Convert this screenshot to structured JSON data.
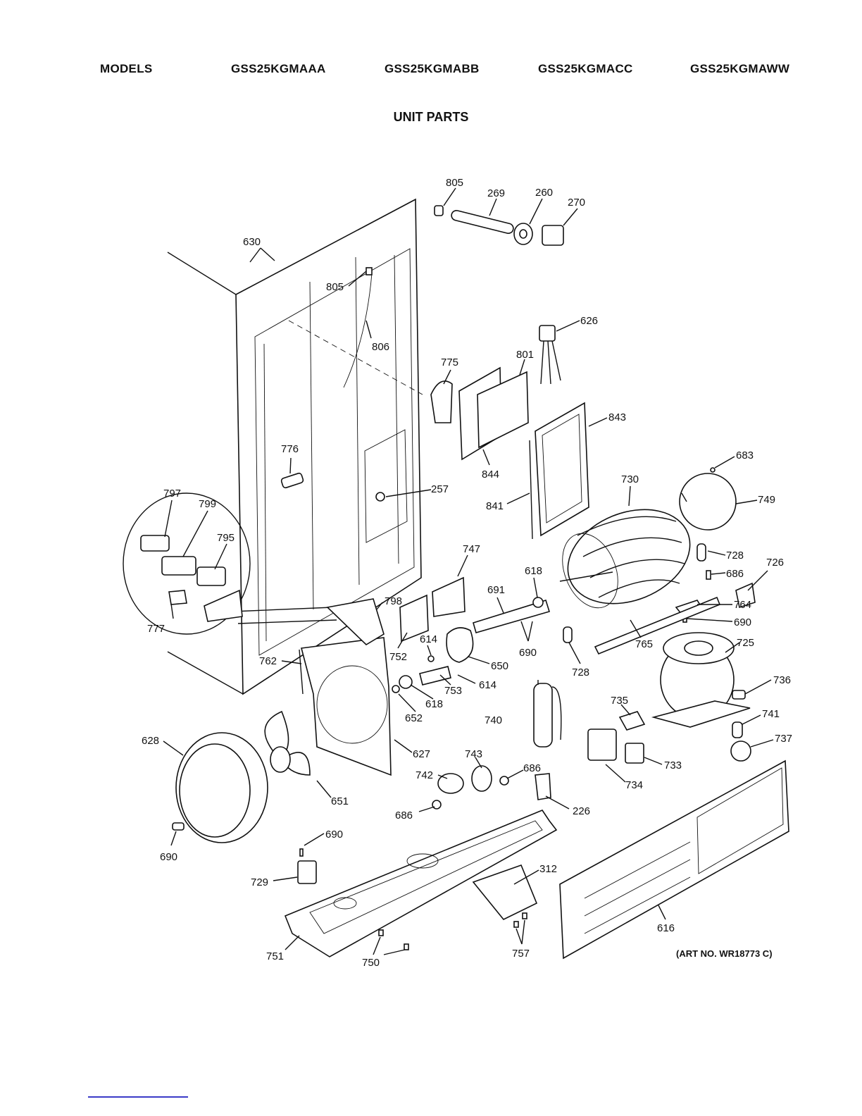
{
  "header": {
    "models_label": "MODELS",
    "models": [
      "GSS25KGMAAA",
      "GSS25KGMABB",
      "GSS25KGMACC",
      "GSS25KGMAWW"
    ]
  },
  "title": "UNIT PARTS",
  "art_number": "(ART NO. WR18773 C)",
  "callouts": {
    "c805a": "805",
    "c269": "269",
    "c260": "260",
    "c270": "270",
    "c630": "630",
    "c805b": "805",
    "c806": "806",
    "c626": "626",
    "c775": "775",
    "c801": "801",
    "c843": "843",
    "c776": "776",
    "c844": "844",
    "c257": "257",
    "c841": "841",
    "c730": "730",
    "c683": "683",
    "c749": "749",
    "c797": "797",
    "c799": "799",
    "c795": "795",
    "c728a": "728",
    "c747": "747",
    "c618a": "618",
    "c686a": "686",
    "c726": "726",
    "c691": "691",
    "c798": "798",
    "c764": "764",
    "c777": "777",
    "c690a": "690",
    "c614a": "614",
    "c752": "752",
    "c690b": "690",
    "c650": "650",
    "c765": "765",
    "c725": "725",
    "c762": "762",
    "c753": "753",
    "c614b": "614",
    "c728b": "728",
    "c736": "736",
    "c618b": "618",
    "c652": "652",
    "c735": "735",
    "c740": "740",
    "c741": "741",
    "c628": "628",
    "c627": "627",
    "c743": "743",
    "c737": "737",
    "c742": "742",
    "c686b": "686",
    "c733": "733",
    "c734": "734",
    "c651": "651",
    "c686c": "686",
    "c226": "226",
    "c690c": "690",
    "c690d": "690",
    "c729": "729",
    "c312": "312",
    "c616": "616",
    "c751": "751",
    "c750": "750",
    "c757": "757"
  }
}
